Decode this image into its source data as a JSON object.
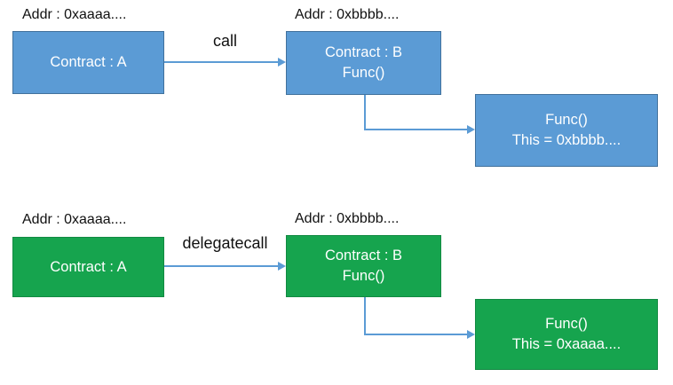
{
  "colors": {
    "call_box_fill": "#5b9bd5",
    "call_box_border": "#41719c",
    "delegatecall_box_fill": "#16a44e",
    "delegatecall_box_border": "#128a42",
    "arrow": "#5b9bd5",
    "label_text": "#111111",
    "box_text": "#ffffff"
  },
  "sections": {
    "call": {
      "addr_a": "Addr : 0xaaaa....",
      "box_a": "Contract : A",
      "arrow_label": "call",
      "addr_b": "Addr : 0xbbbb....",
      "box_b_line1": "Contract : B",
      "box_b_line2": "Func()",
      "result_line1": "Func()",
      "result_line2": "This = 0xbbbb...."
    },
    "delegatecall": {
      "addr_a": "Addr : 0xaaaa....",
      "box_a": "Contract : A",
      "arrow_label": "delegatecall",
      "addr_b": "Addr : 0xbbbb....",
      "box_b_line1": "Contract : B",
      "box_b_line2": "Func()",
      "result_line1": "Func()",
      "result_line2": "This = 0xaaaa...."
    }
  }
}
